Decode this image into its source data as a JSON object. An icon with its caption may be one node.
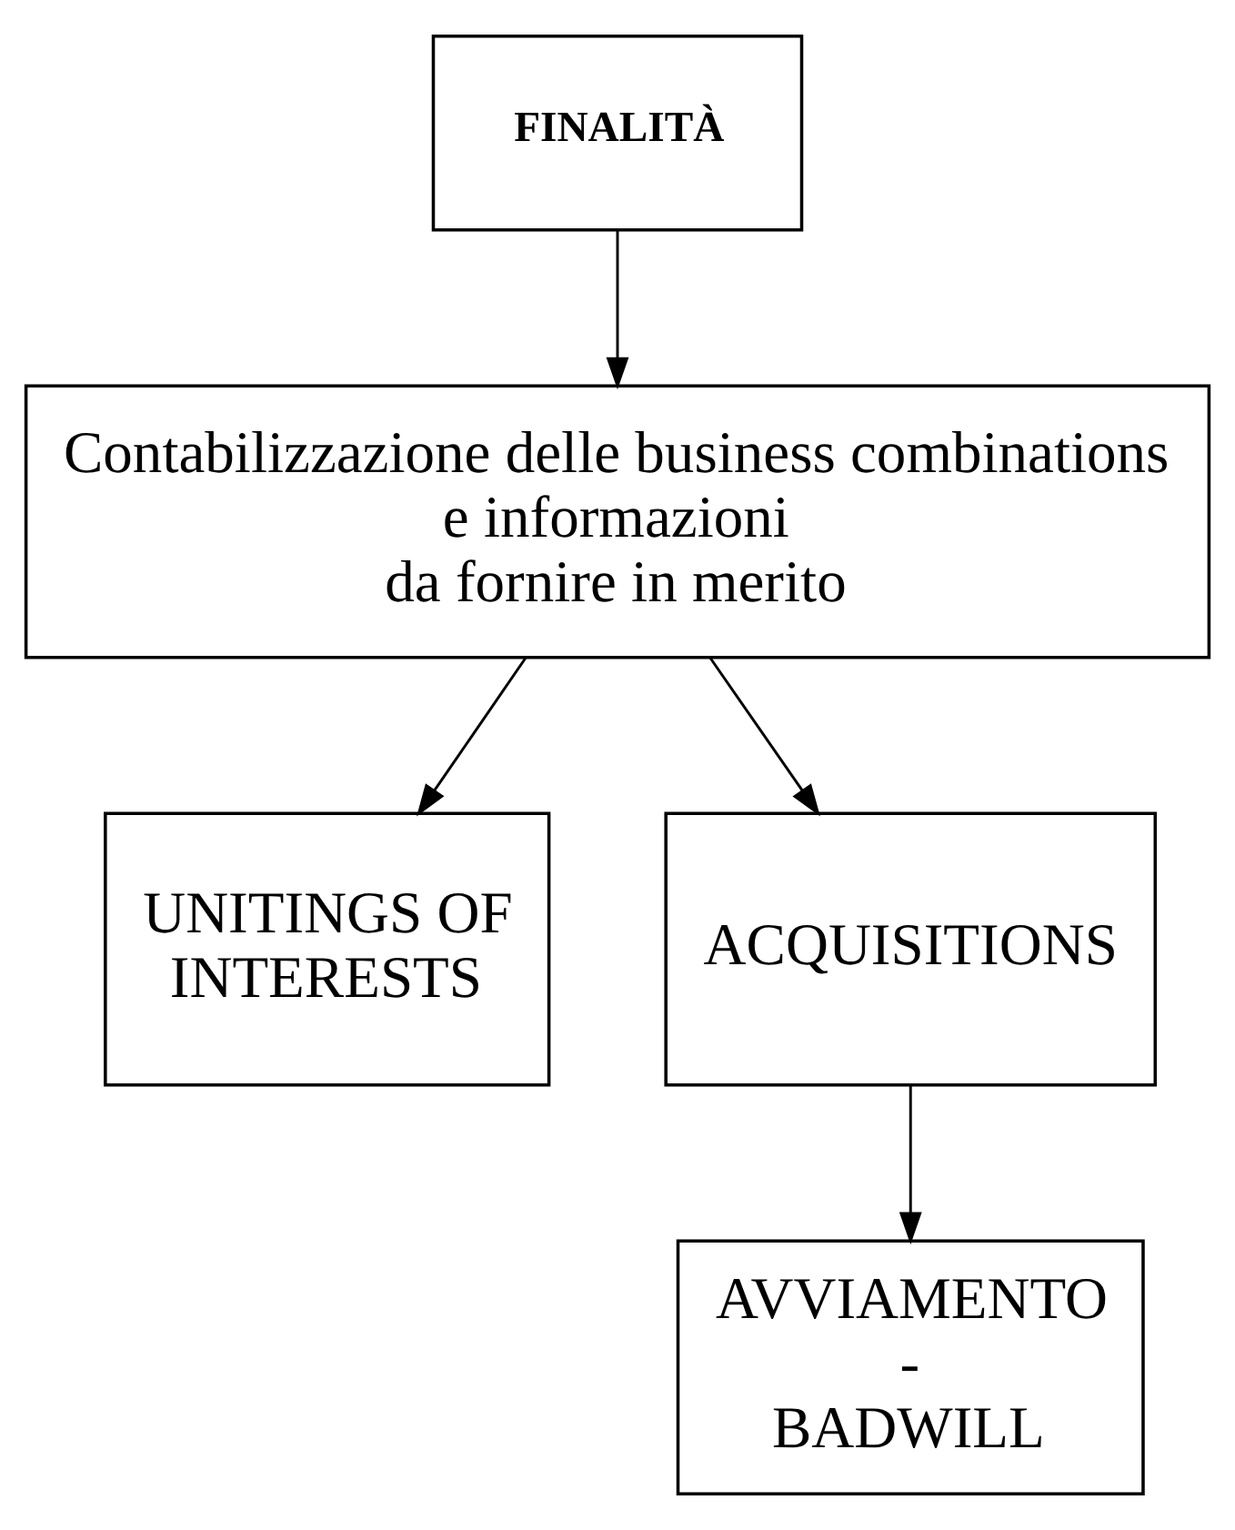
{
  "diagram": {
    "nodes": [
      {
        "text": [
          "FINALITÀ"
        ]
      },
      {
        "text": [
          "Contabilizzazione delle business combinations e informazioni da fornire in merito"
        ]
      },
      {
        "text": [
          "UNITINGS OF INTERESTS"
        ]
      },
      {
        "text": [
          "ACQUISITIONS"
        ]
      },
      {
        "text": [
          "AVVIAMENTO - BADWILL"
        ]
      }
    ],
    "edges": [
      {
        "from": 0,
        "to": 1,
        "arrow": "to"
      },
      {
        "from": 1,
        "to": 2,
        "arrow": "to"
      },
      {
        "from": 1,
        "to": 3,
        "arrow": "to"
      },
      {
        "from": 3,
        "to": 4,
        "arrow": "to"
      }
    ]
  }
}
